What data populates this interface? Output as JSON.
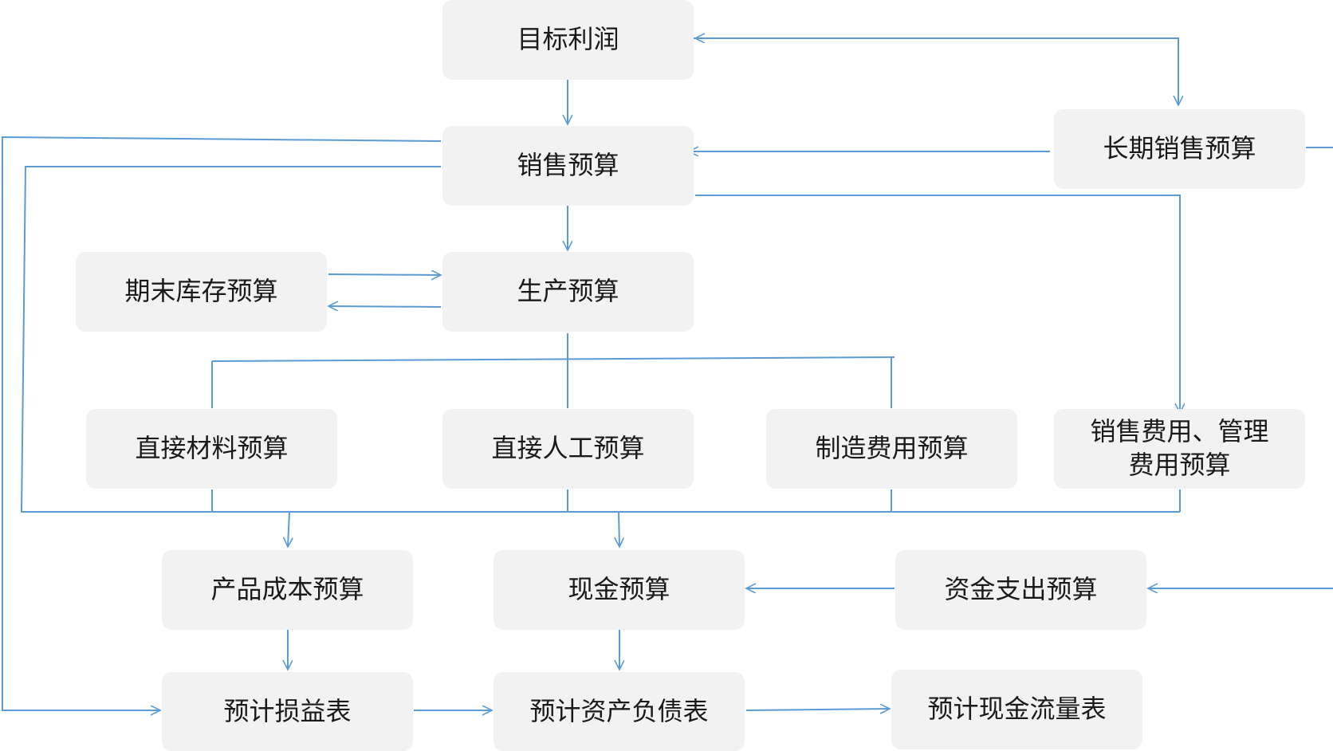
{
  "colors": {
    "node_fill": "#f2f2f2",
    "connector": "#5b9bd5",
    "text": "#1a1a1a"
  },
  "nodes": {
    "target_profit": "目标利润",
    "sales_budget": "销售预算",
    "long_term_sales_budget": "长期销售预算",
    "ending_inventory_budget": "期末库存预算",
    "production_budget": "生产预算",
    "direct_material_budget": "直接材料预算",
    "direct_labor_budget": "直接人工预算",
    "manufacturing_overhead_budget": "制造费用预算",
    "selling_admin_expense_budget": "销售费用、管理费用预算",
    "product_cost_budget": "产品成本预算",
    "cash_budget": "现金预算",
    "capital_expenditure_budget": "资金支出预算",
    "projected_income_statement": "预计损益表",
    "projected_balance_sheet": "预计资产负债表",
    "projected_cash_flow_statement": "预计现金流量表"
  }
}
